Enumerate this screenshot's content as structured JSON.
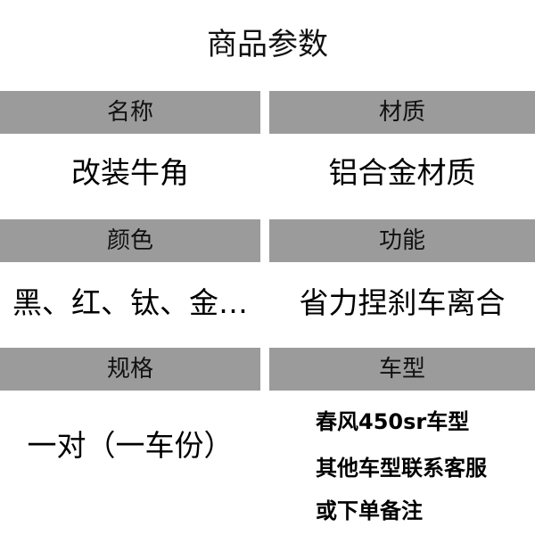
{
  "title": "商品参数",
  "rows": [
    {
      "left": {
        "label": "名称",
        "value": "改装牛角"
      },
      "right": {
        "label": "材质",
        "value": "铝合金材质"
      }
    },
    {
      "left": {
        "label": "颜色",
        "value": "黑、红、钛、金…"
      },
      "right": {
        "label": "功能",
        "value": "省力捏刹车离合"
      }
    },
    {
      "left": {
        "label": "规格",
        "value": "一对（一车份）"
      },
      "right": {
        "label": "车型",
        "lines": [
          "春风450sr车型",
          "其他车型联系客服",
          "或下单备注"
        ]
      }
    }
  ],
  "colors": {
    "header_bg": "#9b9b9b",
    "text": "#111111",
    "background": "#ffffff"
  }
}
